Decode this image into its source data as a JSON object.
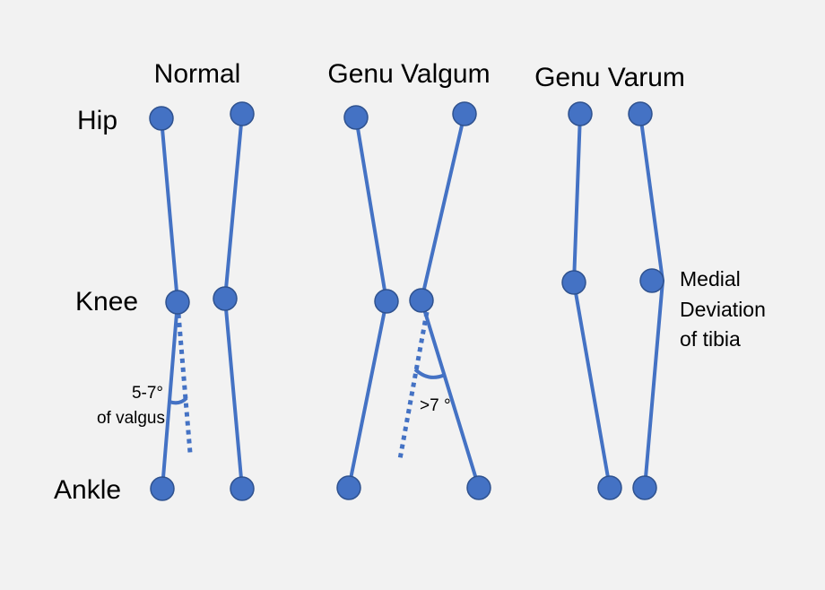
{
  "titles": {
    "normal": "Normal",
    "valgum": "Genu Valgum",
    "varum": "Genu Varum"
  },
  "row_labels": {
    "hip": "Hip",
    "knee": "Knee",
    "ankle": "Ankle"
  },
  "annotations": {
    "normal_angle": "5-7°",
    "normal_angle_desc": "of valgus",
    "valgum_angle": ">7 °",
    "varum_line1": "Medial",
    "varum_line2": "Deviation",
    "varum_line3": "of tibia"
  },
  "colors": {
    "bone": "#4472c4",
    "joint_fill": "#4472c4",
    "joint_stroke": "#2f528f",
    "background": "#f2f2f2"
  }
}
